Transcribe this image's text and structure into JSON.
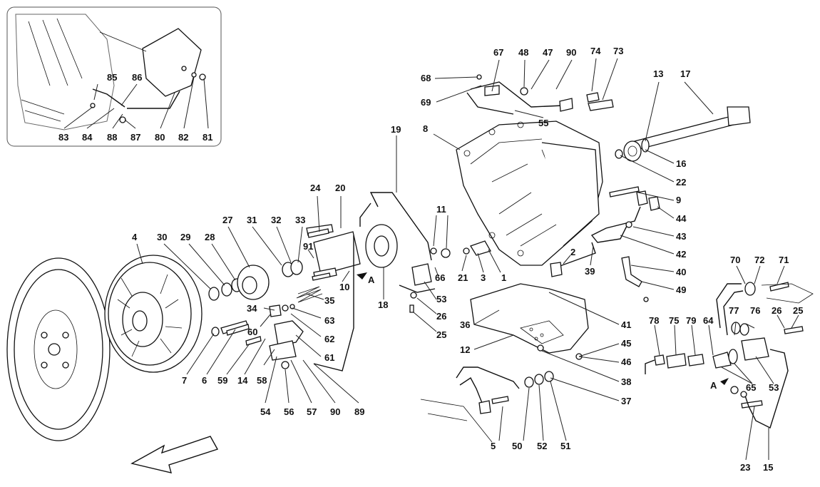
{
  "labels": {
    "l1": "1",
    "l2": "2",
    "l3": "3",
    "l4": "4",
    "l5": "5",
    "l6": "6",
    "l7": "7",
    "l8": "8",
    "l9": "9",
    "l10": "10",
    "l11": "11",
    "l12": "12",
    "l13": "13",
    "l14": "14",
    "l15": "15",
    "l16": "16",
    "l17": "17",
    "l18": "18",
    "l19": "19",
    "l20": "20",
    "l21": "21",
    "l22": "22",
    "l23": "23",
    "l24": "24",
    "l25a": "25",
    "l25b": "25",
    "l26a": "26",
    "l26b": "26",
    "l27": "27",
    "l28": "28",
    "l29": "29",
    "l30": "30",
    "l31": "31",
    "l32": "32",
    "l33": "33",
    "l34": "34",
    "l35": "35",
    "l36": "36",
    "l37": "37",
    "l38": "38",
    "l39": "39",
    "l40": "40",
    "l41": "41",
    "l42": "42",
    "l43": "43",
    "l44": "44",
    "l45": "45",
    "l46": "46",
    "l47": "47",
    "l48": "48",
    "l49": "49",
    "l50": "50",
    "l51": "51",
    "l52": "52",
    "l53a": "53",
    "l53b": "53",
    "l54": "54",
    "l55": "55",
    "l56": "56",
    "l57": "57",
    "l58": "58",
    "l59": "59",
    "l60": "60",
    "l61": "61",
    "l62": "62",
    "l63": "63",
    "l64": "64",
    "l65": "65",
    "l66": "66",
    "l67": "67",
    "l68": "68",
    "l69": "69",
    "l70": "70",
    "l71": "71",
    "l72": "72",
    "l73": "73",
    "l74": "74",
    "l75": "75",
    "l76": "76",
    "l77": "77",
    "l78": "78",
    "l79": "79",
    "l80": "80",
    "l81": "81",
    "l82": "82",
    "l83": "83",
    "l84": "84",
    "l85": "85",
    "l86": "86",
    "l87": "87",
    "l88": "88",
    "l89": "89",
    "l90a": "90",
    "l90b": "90",
    "l91": "91",
    "refA1": "A",
    "refA2": "A"
  }
}
